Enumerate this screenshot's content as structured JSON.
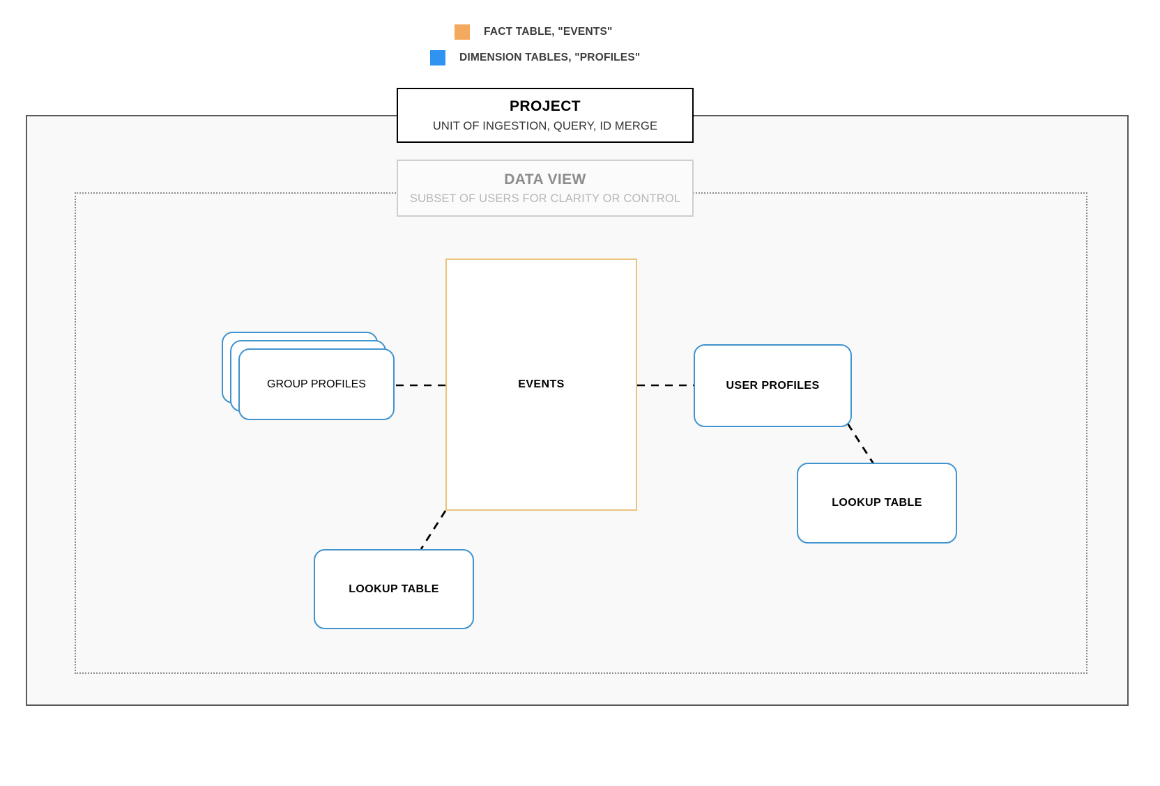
{
  "legend": {
    "items": [
      {
        "label": "FACT TABLE, \"EVENTS\"",
        "color": "#f3aa5e",
        "icon": "square-swatch-icon"
      },
      {
        "label": "DIMENSION TABLES, \"PROFILES\"",
        "color": "#2f93f2",
        "icon": "square-swatch-icon"
      }
    ]
  },
  "project": {
    "title": "PROJECT",
    "subtitle": "UNIT OF INGESTION, QUERY, ID MERGE"
  },
  "data_view": {
    "title": "DATA VIEW",
    "subtitle": "SUBSET OF USERS FOR CLARITY OR CONTROL"
  },
  "nodes": {
    "events": {
      "label": "EVENTS",
      "color": "#eac37e"
    },
    "group_profiles": {
      "label": "GROUP PROFILES",
      "color": "#4193ce",
      "stack_count": 3
    },
    "user_profiles": {
      "label": "USER PROFILES",
      "color": "#4193ce"
    },
    "lookup_table_right": {
      "label": "LOOKUP TABLE",
      "color": "#4193ce"
    },
    "lookup_table_left": {
      "label": "LOOKUP TABLE",
      "color": "#4193ce"
    }
  },
  "connectors": [
    {
      "name": "group-profiles-to-events",
      "style": "dashed"
    },
    {
      "name": "events-to-user-profiles",
      "style": "dashed"
    },
    {
      "name": "user-profiles-to-lookup-table-right",
      "style": "dashed"
    },
    {
      "name": "events-to-lookup-table-left",
      "style": "dashed"
    }
  ],
  "colors": {
    "canvas_background": "#ffffff",
    "project_fill": "#f9f9f9",
    "project_border": "#595959",
    "dataview_border": "#8a8a8a",
    "fact_accent": "#eac37e",
    "dimension_accent": "#4193ce",
    "connector": "#000000"
  }
}
